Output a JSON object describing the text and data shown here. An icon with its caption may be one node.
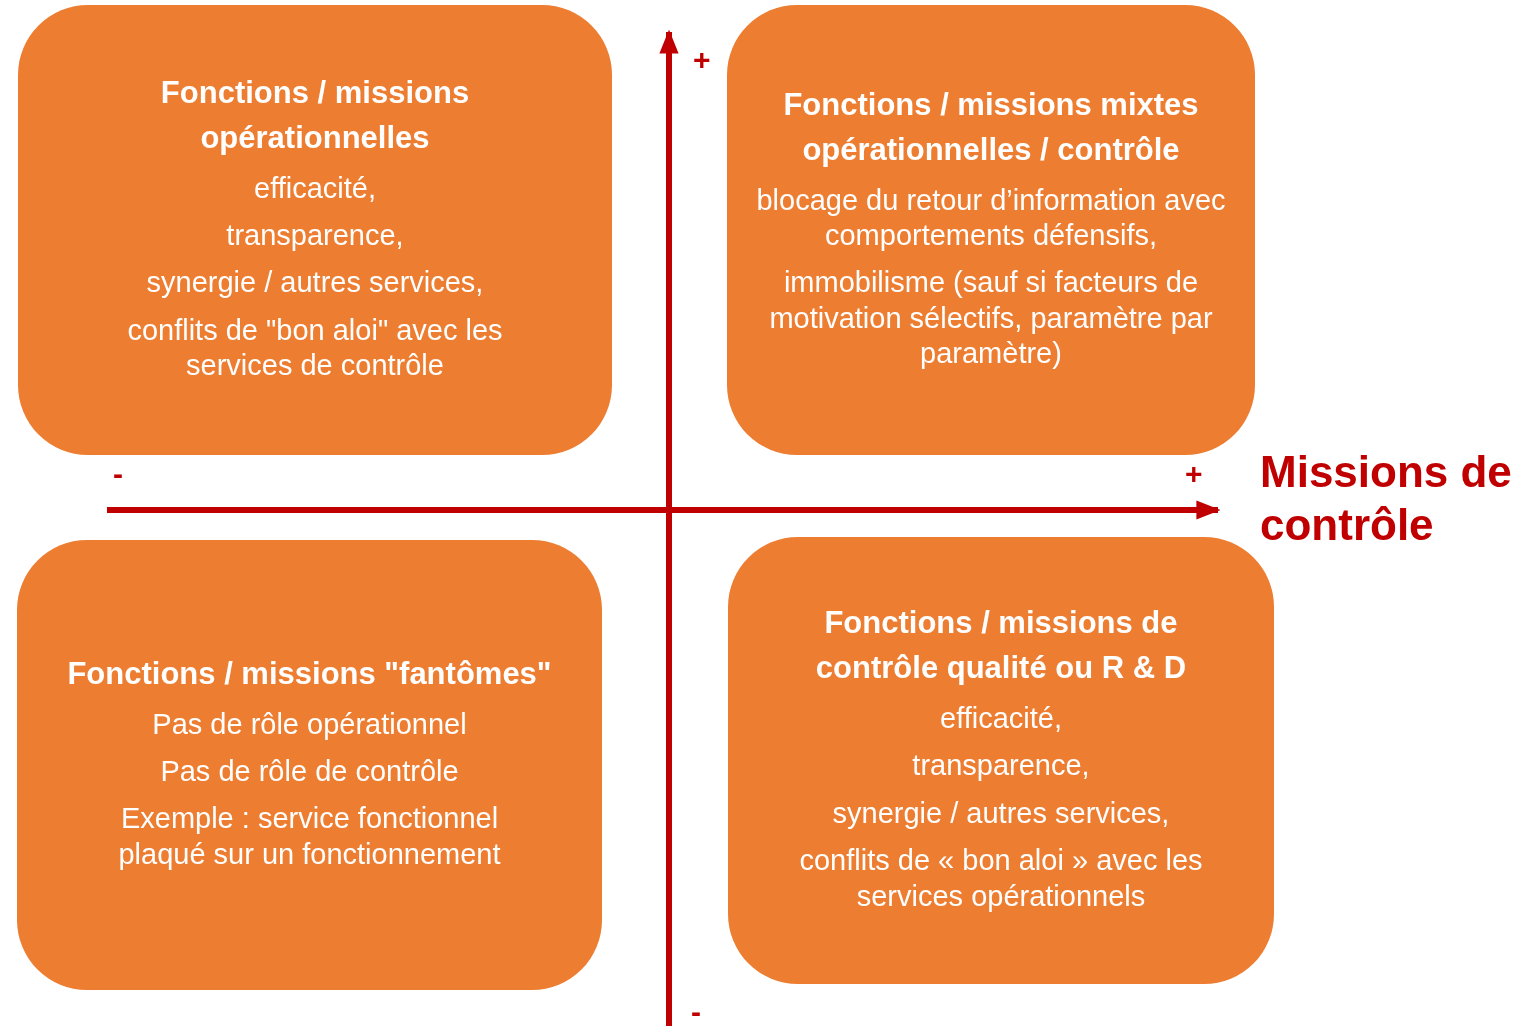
{
  "diagram": {
    "nodes": [
      {
        "text": [
          "Fonctions / missions opérationnelles",
          "efficacité,",
          "transparence,",
          "synergie / autres services,",
          "conflits de \"bon aloi\" avec les services de contrôle"
        ]
      },
      {
        "text": [
          "Fonctions / missions mixtes opérationnelles / contrôle",
          "blocage du retour d’information avec comportements défensifs,",
          "immobilisme (sauf si facteurs de motivation sélectifs, paramètre par paramètre)"
        ]
      },
      {
        "text": [
          "Fonctions / missions \"fantômes\"",
          "Pas de rôle opérationnel",
          "Pas de rôle de contrôle",
          "Exemple : service fonctionnel plaqué sur un fonctionnement"
        ]
      },
      {
        "text": [
          "Fonctions / missions de contrôle qualité ou R & D",
          "efficacité,",
          "transparence,",
          "synergie / autres services,",
          "conflits de « bon aloi » avec les services opérationnels"
        ]
      }
    ],
    "edges": [],
    "labels": [
      "+",
      "-",
      "+",
      "Missions de contrôle",
      "-"
    ]
  }
}
